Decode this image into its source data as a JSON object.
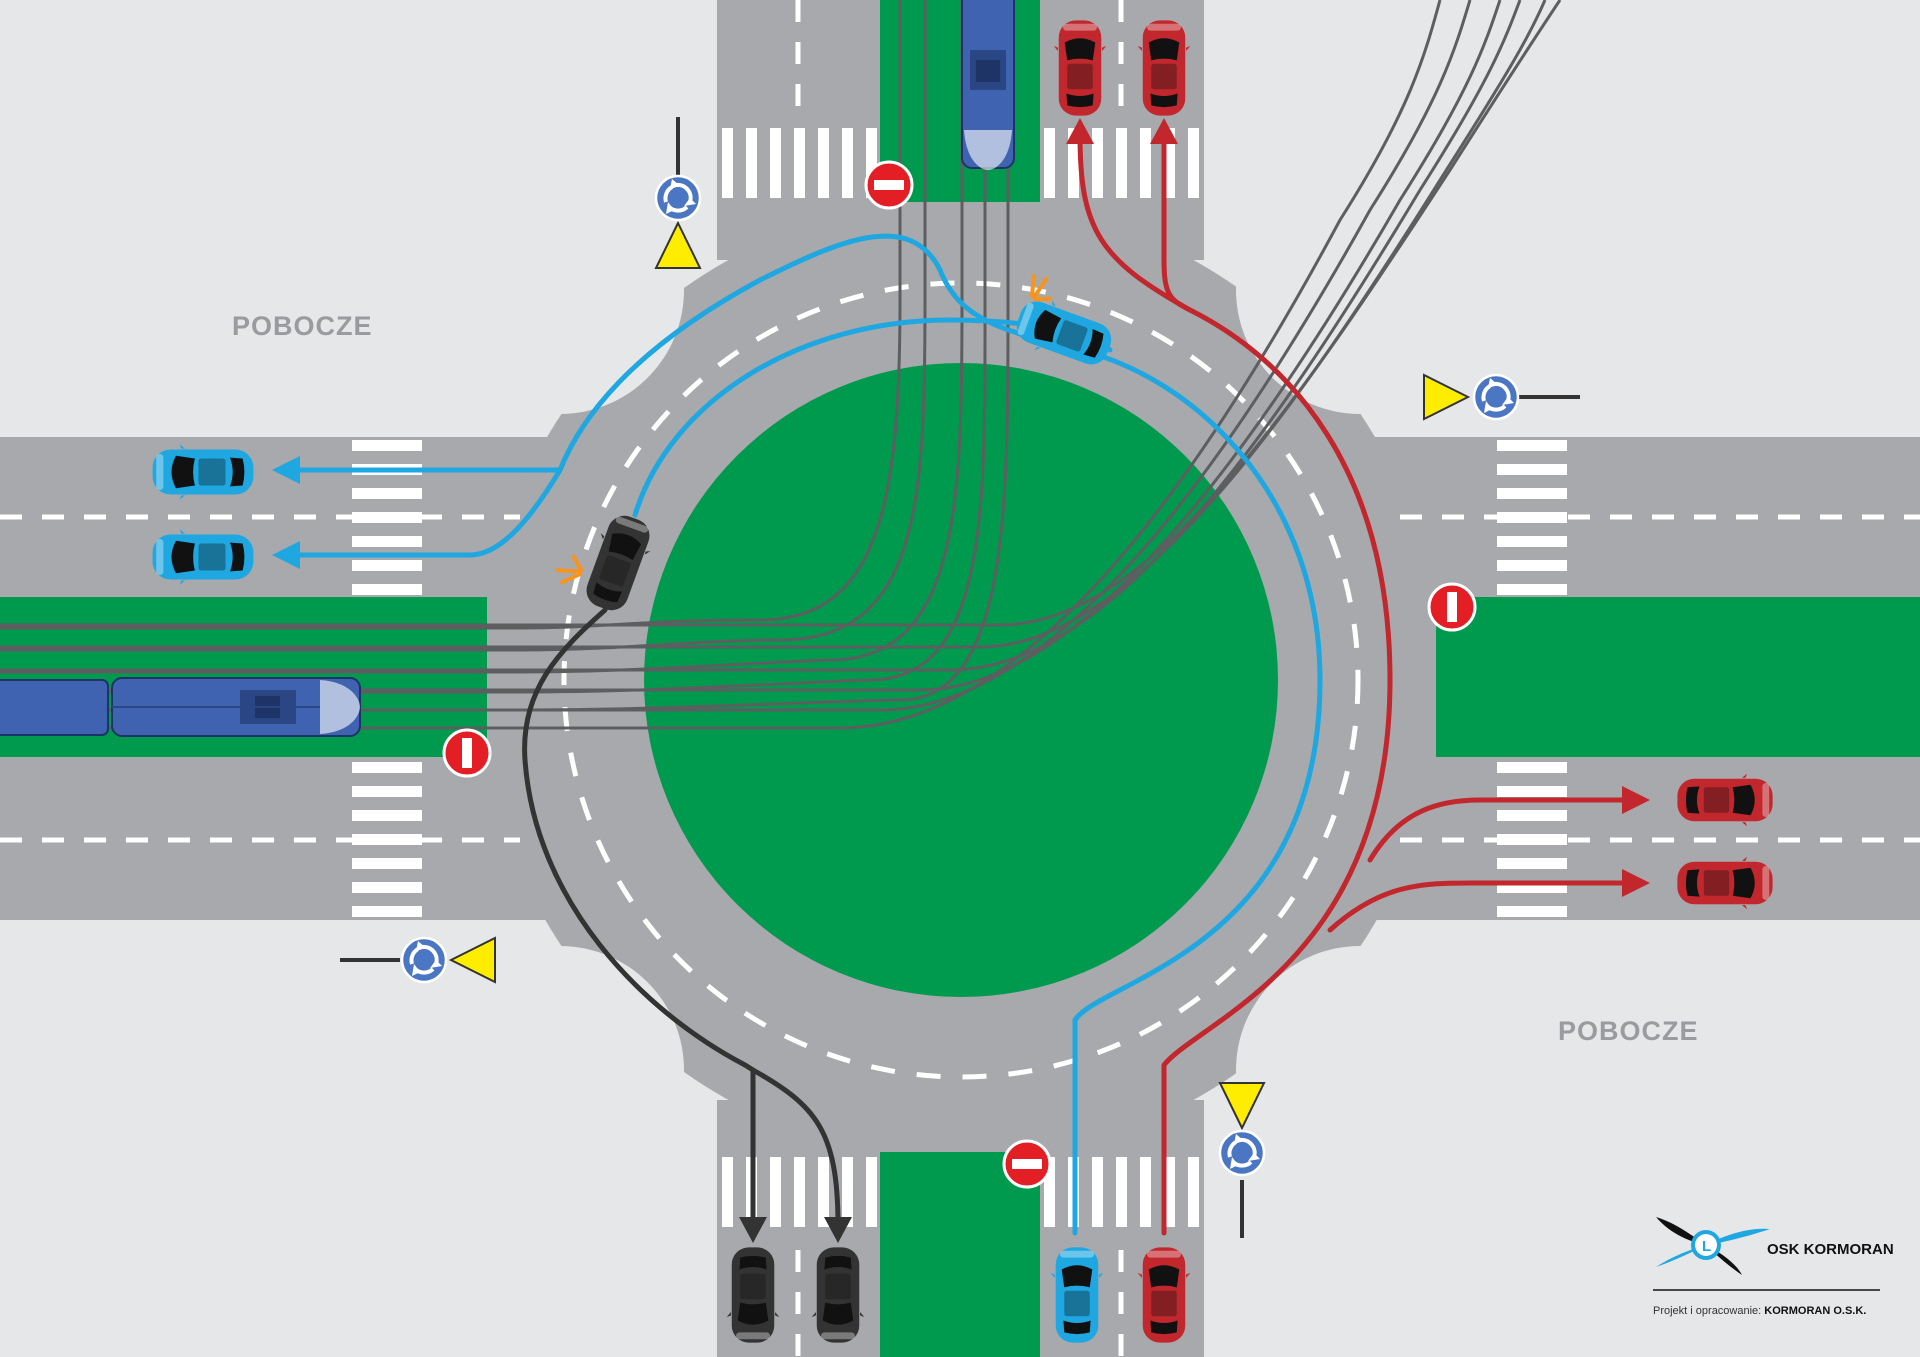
{
  "labels": {
    "pobocze_top_left": "POBOCZE",
    "pobocze_bottom_right": "POBOCZE"
  },
  "branding": {
    "logo_letter": "L",
    "name": "OSK KORMORAN",
    "credit_prefix": "Projekt i opracowanie: ",
    "credit_bold": "KORMORAN O.S.K."
  },
  "colors": {
    "background": "#e6e7e9",
    "road": "#a7a9ac",
    "tram_green": "#009a4e",
    "blue_route": "#1ea7e1",
    "red_route": "#c1272d",
    "black_route": "#333333",
    "tram": "#3f63b0",
    "sign_red": "#e31e24",
    "sign_yellow": "#ffed00"
  },
  "icons": {
    "no_entry": "no-entry-sign-icon",
    "roundabout": "roundabout-sign-icon",
    "give_way": "give-way-sign-icon",
    "indicator": "turn-signal-icon",
    "logo": "kormoran-logo-icon"
  }
}
